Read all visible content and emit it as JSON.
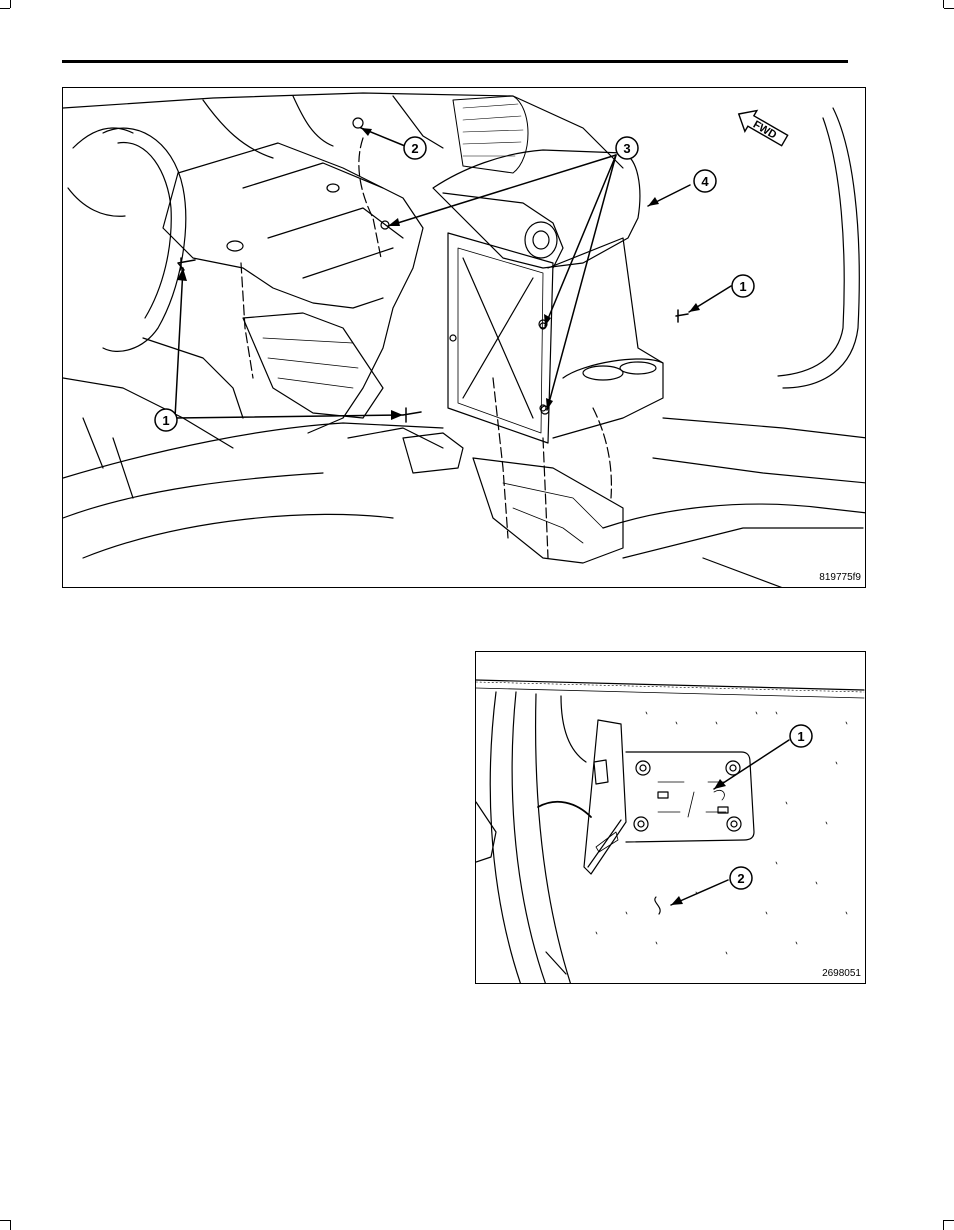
{
  "figures": [
    {
      "id_label": "819775f9",
      "callouts": [
        "1",
        "2",
        "3",
        "4"
      ],
      "direction_label": "FWD"
    },
    {
      "id_label": "2698051",
      "callouts": [
        "1",
        "2"
      ]
    }
  ]
}
